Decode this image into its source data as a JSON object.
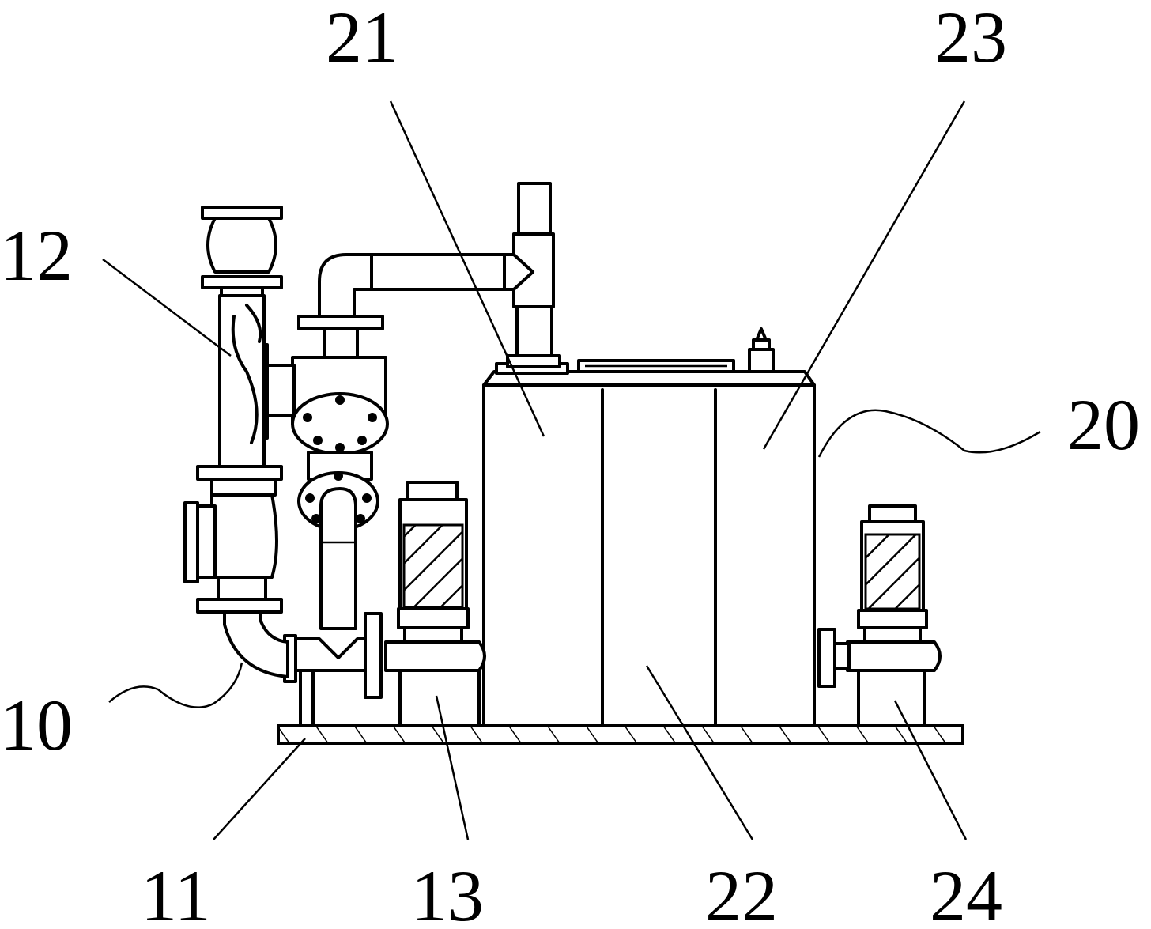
{
  "labels": {
    "l10": "10",
    "l11": "11",
    "l12": "12",
    "l13": "13",
    "l20": "20",
    "l21": "21",
    "l22": "22",
    "l23": "23",
    "l24": "24"
  },
  "colors": {
    "ink": "#000000",
    "paper": "#ffffff"
  }
}
